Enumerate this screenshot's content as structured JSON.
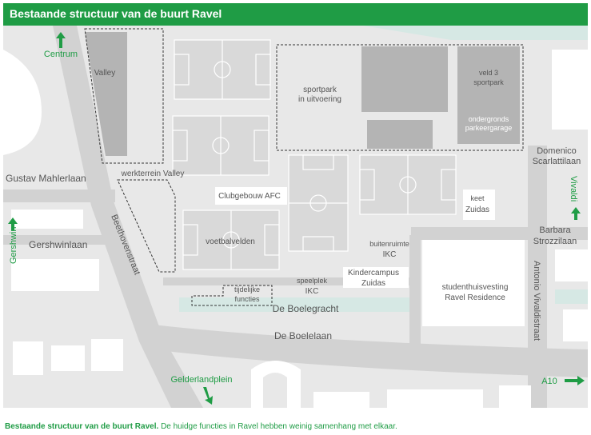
{
  "title": "Bestaande structuur van de buurt Ravel",
  "caption": {
    "lead": "Bestaande structuur van de buurt Ravel.",
    "rest": "De huidge functies in Ravel hebben weinig samenhang met elkaar."
  },
  "colors": {
    "brand_green": "#1f9c45",
    "background": "#e8e8e8",
    "road": "#d2d2d2",
    "building": "#ffffff",
    "dark_block": "#b4b4b4",
    "water": "#d6e8e4",
    "field": "#d9d9d9",
    "label": "#555555"
  },
  "arrows": {
    "centrum": {
      "label": "Centrum",
      "direction": "up",
      "icon": "arrow-up-icon"
    },
    "gershwin": {
      "label": "Gershwin",
      "direction": "up",
      "icon": "arrow-up-icon"
    },
    "vivaldi": {
      "label": "Vivaldi",
      "direction": "up",
      "icon": "arrow-up-icon"
    },
    "gelderlandplein": {
      "label": "Gelderlandplein",
      "direction": "down-right",
      "icon": "arrow-down-right-icon"
    },
    "a10": {
      "label": "A10",
      "direction": "right",
      "icon": "arrow-right-icon"
    }
  },
  "streets": {
    "gustav_mahlerlaan": "Gustav Mahlerlaan",
    "gershwinlaan": "Gershwinlaan",
    "beethovenstraat": "Beethovenstraat",
    "de_boelegracht": "De Boelegracht",
    "de_boelelaan": "De Boelelaan",
    "domenico_1": "Domenico",
    "domenico_2": "Scarlattilaan",
    "barbara_1": "Barbara",
    "barbara_2": "Strozzilaan",
    "antonio_vivaldistraat": "Antonio Vivaldistraat"
  },
  "places": {
    "valley": "Valley",
    "werkterrein_valley": "werkterrein Valley",
    "clubgebouw_afc": "Clubgebouw AFC",
    "voetbalvelden": "voetbalvelden",
    "sportpark_1": "sportpark",
    "sportpark_2": "in uitvoering",
    "veld3_1": "veld 3",
    "veld3_2": "sportpark",
    "parkeer_1": "ondergronds",
    "parkeer_2": "parkeergarage",
    "keet_1": "keet",
    "keet_2": "Zuidas",
    "buitenruimte_1": "buitenruimte",
    "buitenruimte_2": "IKC",
    "speelplek_1": "speelplek",
    "speelplek_2": "IKC",
    "kindercampus_1": "Kindercampus",
    "kindercampus_2": "Zuidas",
    "tijdelijke_1": "tijdelijke",
    "tijdelijke_2": "functies",
    "studenthuisvesting_1": "studenthuisvesting",
    "studenthuisvesting_2": "Ravel Residence"
  }
}
